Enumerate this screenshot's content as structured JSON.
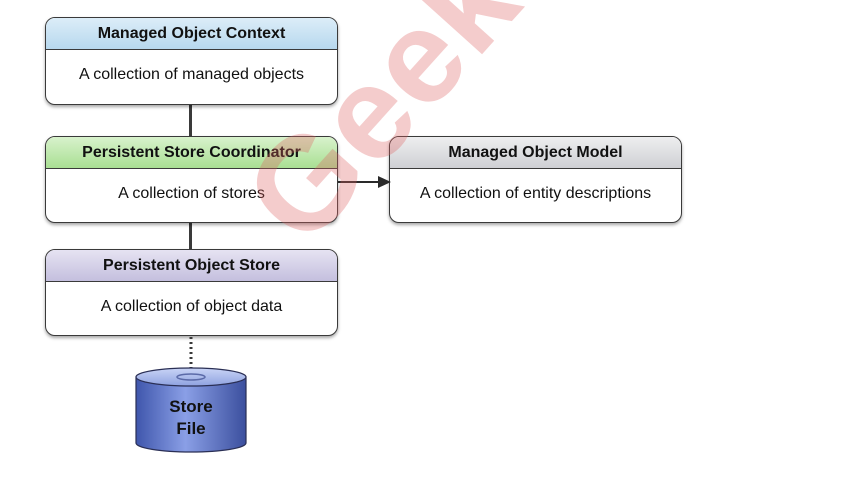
{
  "diagram": {
    "context": {
      "title": "Managed Object Context",
      "description": "A collection of managed objects"
    },
    "coordinator": {
      "title": "Persistent Store Coordinator",
      "description": "A collection of stores"
    },
    "model": {
      "title": "Managed Object Model",
      "description": "A collection of entity descriptions"
    },
    "store": {
      "title": "Persistent Object Store",
      "description": "A collection of object data"
    },
    "file": {
      "line1": "Store",
      "line2": "File"
    }
  },
  "watermark": {
    "text": "GeekBand"
  },
  "colors": {
    "context_header": "#c9e3f4",
    "coordinator_header": "#bfe8ad",
    "model_header": "#dedfe2",
    "store_header": "#d4d0e8",
    "cylinder": "#5b73c8",
    "watermark": "#de6060"
  }
}
